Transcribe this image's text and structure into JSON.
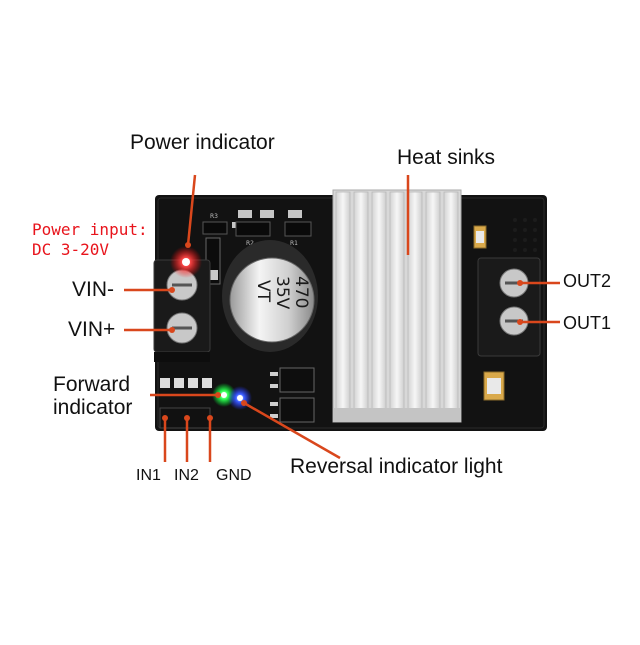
{
  "labels": {
    "power_indicator": "Power indicator",
    "heat_sinks": "Heat sinks",
    "power_input_line1": "Power input:",
    "power_input_line2": "DC 3-20V",
    "vin_minus": "VIN-",
    "vin_plus": "VIN+",
    "forward_line1": "Forward",
    "forward_line2": "indicator",
    "out2": "OUT2",
    "out1": "OUT1",
    "reversal": "Reversal indicator light",
    "in1": "IN1",
    "in2": "IN2",
    "gnd": "GND"
  },
  "capacitor": {
    "line1": "470",
    "line2": "35V",
    "line3": "VT"
  },
  "colors": {
    "label_accent": "#e8141c",
    "pcb": "#121212",
    "heatsink": "#e8e8e8",
    "arrow": "#d9471c",
    "led_red": "#ff2a2a",
    "led_green": "#33ff55",
    "led_blue": "#3a5cff"
  }
}
